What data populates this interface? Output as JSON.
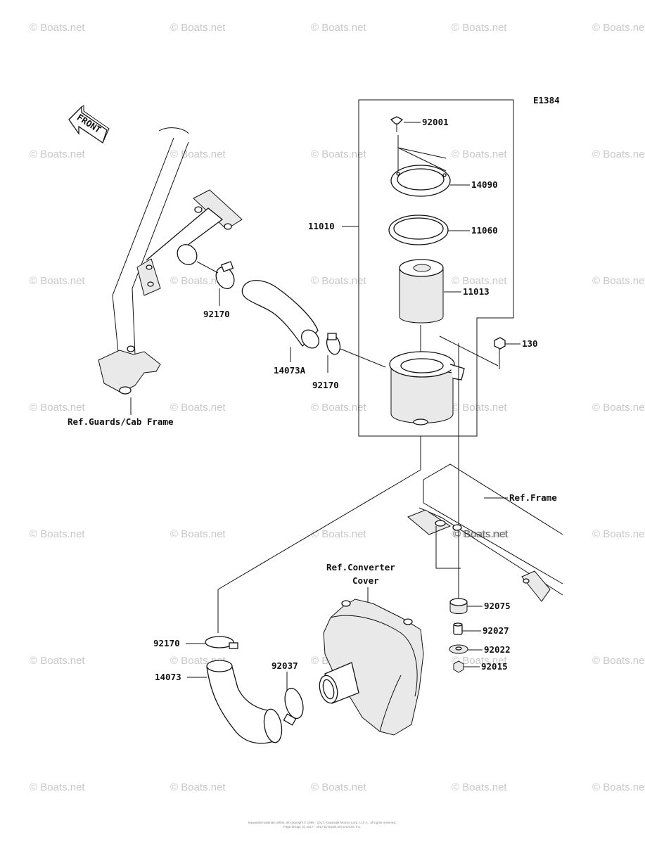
{
  "diagram": {
    "code": "E1384",
    "direction_label": "FRONT",
    "references": {
      "guards_cab_frame": "Ref.Guards/Cab Frame",
      "frame": "Ref.Frame",
      "converter_cover_line1": "Ref.Converter",
      "converter_cover_line2": "Cover"
    },
    "parts": {
      "p92001": "92001",
      "p14090": "14090",
      "p11010": "11010",
      "p11060": "11060",
      "p11013": "11013",
      "p130": "130",
      "p92170_a": "92170",
      "p14073a": "14073A",
      "p92170_b": "92170",
      "p92075": "92075",
      "p92027": "92027",
      "p92022": "92022",
      "p92015": "92015",
      "p92170_c": "92170",
      "p14073": "14073",
      "p92037": "92037"
    }
  },
  "watermark": {
    "text": "© Boats.net"
  },
  "footer": {
    "line1": "Kawasaki materials within, all copyright © 1995 - 2017, Kawasaki Motors Corp. U.S.A., all rights reserved.",
    "line2": "Page design (c) 2017 - 2017 by Boats.net services, Inc."
  }
}
